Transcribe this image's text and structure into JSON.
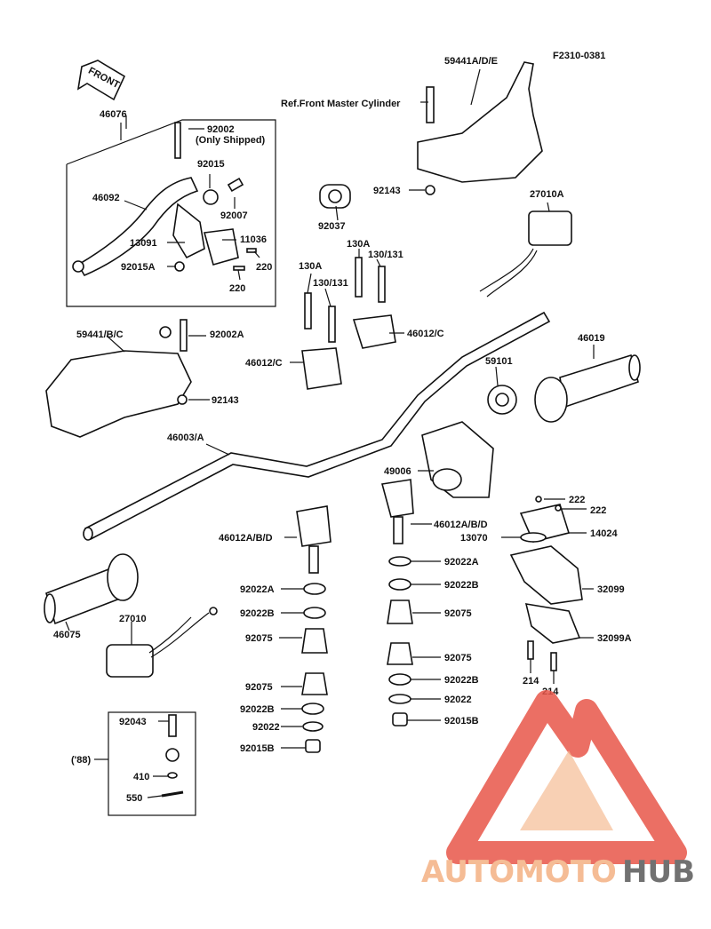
{
  "diagram_id": "F2310-0381",
  "ref_note": "Ref.Front Master Cylinder",
  "front_arrow": "FRONT",
  "only_shipped": "(Only Shipped)",
  "year_note": "('88)",
  "watermark": {
    "part1": "AUTOMOTO",
    "part2": "HUB",
    "color1": "#f4b183",
    "color2": "#e8574a",
    "color3": "#595959"
  },
  "labels": {
    "l_59441a": "59441A/D/E",
    "l_46076": "46076",
    "l_92002": "92002",
    "l_92015": "92015",
    "l_46092": "46092",
    "l_92007": "92007",
    "l_13091": "13091",
    "l_11036": "11036",
    "l_92015a": "92015A",
    "l_220a": "220",
    "l_220b": "220",
    "l_92143a": "92143",
    "l_92037": "92037",
    "l_27010a": "27010A",
    "l_130a_1": "130A",
    "l_130a_2": "130A",
    "l_130131_1": "130/131",
    "l_130131_2": "130/131",
    "l_59441b": "59441/B/C",
    "l_92002a": "92002A",
    "l_46012c_1": "46012/C",
    "l_46012c_2": "46012/C",
    "l_46019": "46019",
    "l_92143b": "92143",
    "l_59101": "59101",
    "l_46003": "46003/A",
    "l_49006": "49006",
    "l_222a": "222",
    "l_222b": "222",
    "l_46012a_l": "46012A/B/D",
    "l_46012a_r": "46012A/B/D",
    "l_14024": "14024",
    "l_13070": "13070",
    "l_92022a_r": "92022A",
    "l_92022a_l": "92022A",
    "l_32099": "32099",
    "l_92022b_r": "92022B",
    "l_92022b_l": "92022B",
    "l_92075_r1": "92075",
    "l_92075_l1": "92075",
    "l_32099a": "32099A",
    "l_46075": "46075",
    "l_27010": "27010",
    "l_92075_r2": "92075",
    "l_92075_l2": "92075",
    "l_92022b_r2": "92022B",
    "l_92022b_l2": "92022B",
    "l_214a": "214",
    "l_214b": "214",
    "l_92022_r": "92022",
    "l_92022_l": "92022",
    "l_92043": "92043",
    "l_92015b_r": "92015B",
    "l_92015b_l": "92015B",
    "l_410": "410",
    "l_550": "550"
  }
}
